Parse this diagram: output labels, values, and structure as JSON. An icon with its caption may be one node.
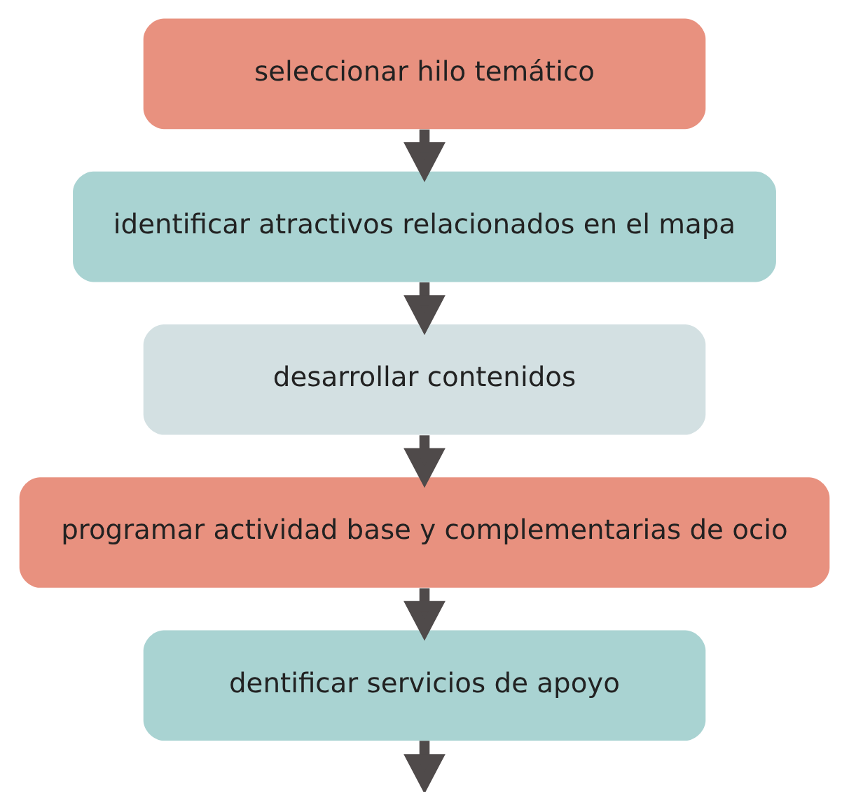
{
  "diagram": {
    "nodes": [
      {
        "text": [
          "seleccionar hilo temático"
        ]
      },
      {
        "text": [
          "identificar atractivos relacionados en el mapa"
        ]
      },
      {
        "text": [
          "desarrollar contenidos"
        ]
      },
      {
        "text": [
          "programar actividad base y complementarias de ocio"
        ]
      },
      {
        "text": [
          "dentificar servicios de apoyo"
        ]
      }
    ],
    "edges": [
      {
        "from": 0,
        "to": 1,
        "arrow": "to"
      },
      {
        "from": 1,
        "to": 2,
        "arrow": "to"
      },
      {
        "from": 2,
        "to": 3,
        "arrow": "to"
      },
      {
        "from": 3,
        "to": 4,
        "arrow": "to"
      },
      {
        "from": 4,
        "to": null,
        "arrow": "to"
      }
    ]
  }
}
